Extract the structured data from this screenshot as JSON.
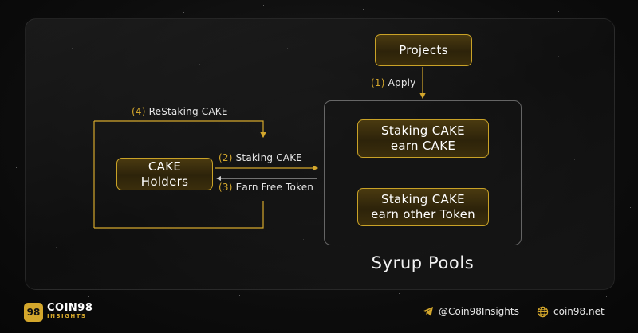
{
  "diagram": {
    "projects_label": "Projects",
    "apply_num": "(1)",
    "apply_text": "Apply",
    "restaking_num": "(4)",
    "restaking_text": "ReStaking CAKE",
    "staking_num": "(2)",
    "staking_text": "Staking CAKE",
    "earn_num": "(3)",
    "earn_text": "Earn Free Token",
    "holders_line1": "CAKE",
    "holders_line2": "Holders",
    "pool1_line1": "Staking CAKE",
    "pool1_line2": "earn CAKE",
    "pool2_line1": "Staking CAKE",
    "pool2_line2": "earn other Token",
    "pools_title": "Syrup Pools"
  },
  "footer": {
    "logo_badge": "98",
    "logo_main": "COIN98",
    "logo_sub": "INSIGHTS",
    "telegram_icon": "telegram-icon",
    "telegram_text": "@Coin98Insights",
    "globe_icon": "globe-icon",
    "website_text": "coin98.net"
  },
  "colors": {
    "accent": "#d4a72c",
    "background": "#0b0b0b"
  }
}
